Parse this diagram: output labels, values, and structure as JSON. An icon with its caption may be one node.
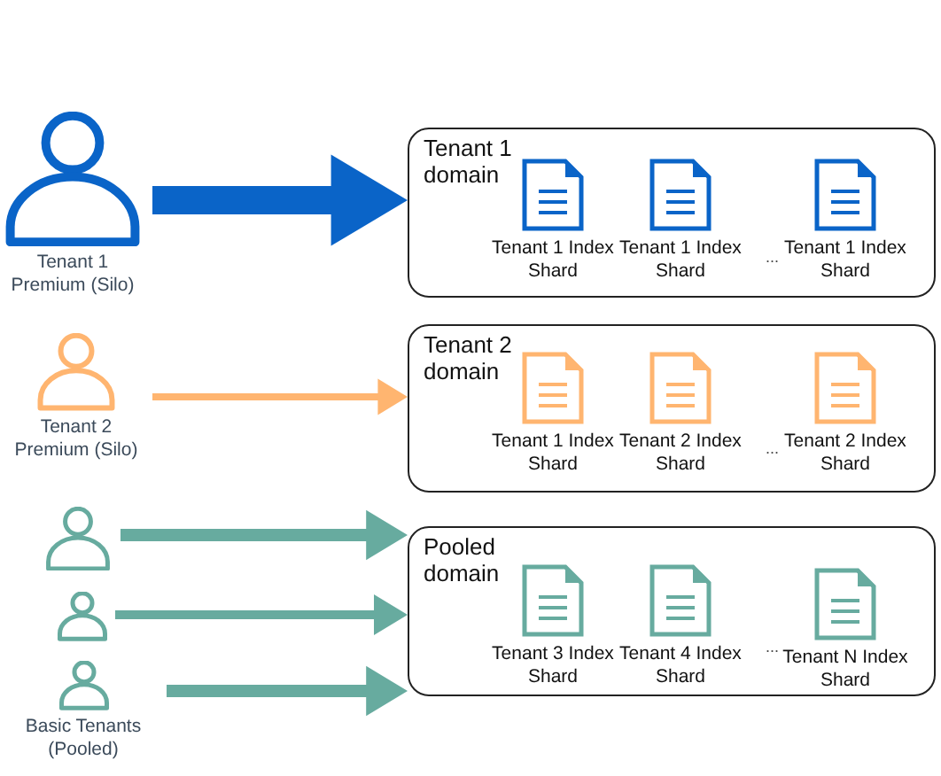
{
  "diagram": {
    "nodes": [
      {
        "text": [
          "Tenant 1 Premium (Silo)"
        ]
      },
      {
        "text": [
          "Tenant 1 domain"
        ]
      },
      {
        "text": [
          "Tenant 1 Index Shard"
        ],
        "in": 1
      },
      {
        "text": [
          "Tenant 1 Index Shard"
        ],
        "in": 1
      },
      {
        "text": [
          "Tenant 1 Index Shard"
        ],
        "in": 1
      },
      {
        "text": [
          "Tenant 2 Premium (Silo)"
        ]
      },
      {
        "text": [
          "Tenant 2 domain"
        ]
      },
      {
        "text": [
          "Tenant 1 Index Shard"
        ],
        "in": 6
      },
      {
        "text": [
          "Tenant 2 Index Shard"
        ],
        "in": 6
      },
      {
        "text": [
          "Tenant 2 Index Shard"
        ],
        "in": 6
      },
      {
        "text": [],
        "shape": "person"
      },
      {
        "text": [],
        "shape": "person"
      },
      {
        "text": [
          "Basic Tenants (Pooled)"
        ]
      },
      {
        "text": [
          "Pooled domain"
        ]
      },
      {
        "text": [
          "Tenant 3 Index Shard"
        ],
        "in": 13
      },
      {
        "text": [
          "Tenant 4 Index Shard"
        ],
        "in": 13
      },
      {
        "text": [
          "Tenant N Index Shard"
        ],
        "in": 13
      }
    ],
    "edges": [
      {
        "from": 0,
        "to": 1,
        "arrow": "to",
        "style": "thick",
        "color": "#0a64c8"
      },
      {
        "from": 5,
        "to": 6,
        "arrow": "to",
        "color": "#ffb570"
      },
      {
        "from": 10,
        "to": 13,
        "arrow": "to"
      },
      {
        "from": 11,
        "to": 13,
        "arrow": "to"
      },
      {
        "from": 12,
        "to": 13,
        "arrow": "to"
      }
    ],
    "labels": [
      "...",
      "...",
      "..."
    ]
  }
}
